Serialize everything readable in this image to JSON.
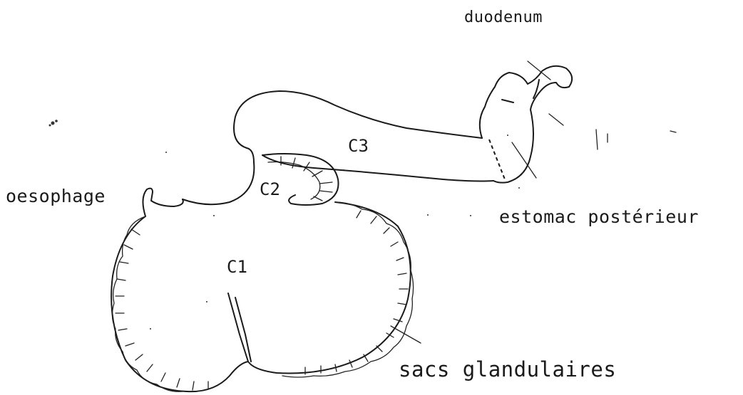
{
  "labels": {
    "duodenum": "duodenum",
    "oesophage": "oesophage",
    "estomac_posterieur": "estomac postérieur",
    "sacs_glandulaires": "sacs glandulaires"
  },
  "regions": {
    "c1": "C1",
    "c2": "C2",
    "c3": "C3"
  }
}
